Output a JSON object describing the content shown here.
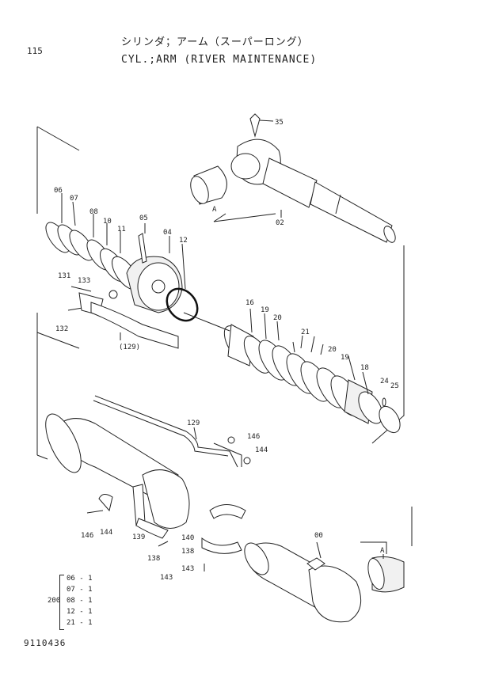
{
  "header": {
    "page_number": "115",
    "title_jp": "シリンダ；アーム（スーパーロング）",
    "title_en": "CYL.;ARM (RIVER MAINTENANCE)"
  },
  "footer": {
    "drawing_code": "9110436"
  },
  "parts_kit": {
    "total": "200",
    "items": [
      "06 - 1",
      "07 - 1",
      "08 - 1",
      "12 - 1",
      "21 - 1"
    ]
  },
  "callouts": {
    "p35": "35",
    "p02": "02",
    "pA1": "A",
    "p06": "06",
    "p07": "07",
    "p08": "08",
    "p10": "10",
    "p11": "11",
    "p05": "05",
    "p04": "04",
    "p12": "12",
    "p131": "131",
    "p133": "133",
    "p132": "132",
    "p129a": "(129)",
    "p16": "16",
    "p19a": "19",
    "p20a": "20",
    "p21": "21",
    "p20b": "20",
    "p19b": "19",
    "p18": "18",
    "p24": "24",
    "p25": "25",
    "p129b": "129",
    "p146a": "146",
    "p144a": "144",
    "p146b": "146",
    "p144b": "144",
    "p139": "139",
    "p138a": "138",
    "p143a": "143",
    "p140": "140",
    "p138b": "138",
    "p143b": "143",
    "p00": "00",
    "pA2": "A"
  }
}
